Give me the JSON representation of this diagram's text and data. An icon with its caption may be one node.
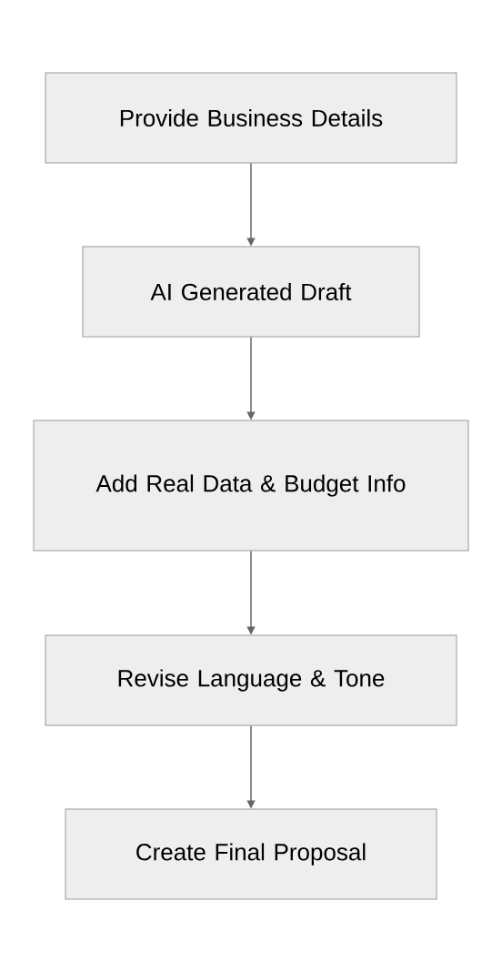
{
  "diagram": {
    "nodes": [
      {
        "text": [
          "Provide Business Details"
        ]
      },
      {
        "text": [
          "AI Generated Draft"
        ]
      },
      {
        "text": [
          "Add Real Data & Budget Info"
        ]
      },
      {
        "text": [
          "Revise Language & Tone"
        ]
      },
      {
        "text": [
          "Create Final Proposal"
        ]
      }
    ],
    "edges": [
      {
        "from": 0,
        "to": 1,
        "arrow": "to"
      },
      {
        "from": 1,
        "to": 2,
        "arrow": "to"
      },
      {
        "from": 2,
        "to": 3,
        "arrow": "to"
      },
      {
        "from": 3,
        "to": 4,
        "arrow": "to"
      }
    ]
  }
}
